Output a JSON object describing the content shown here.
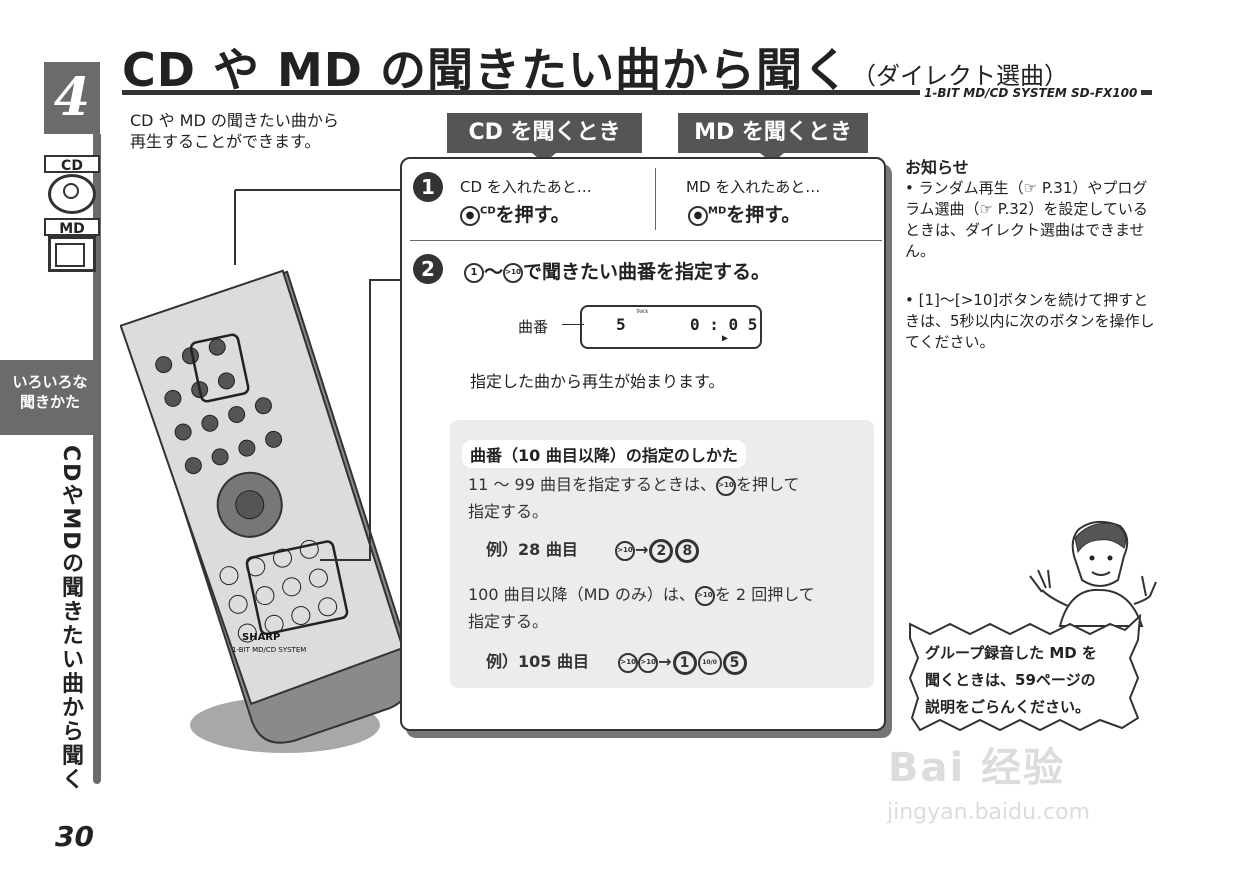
{
  "chapter": {
    "number": "4",
    "tag_cd": "CD",
    "tag_md": "MD",
    "section_label": "いろいろな\n聞きかた",
    "vertical_title": "CDやMDの聞きたい曲から聞く",
    "page_number": "30"
  },
  "header": {
    "title": "CD や MD の聞きたい曲から聞く",
    "subtitle": "（ダイレクト選曲）",
    "model": "1-BIT MD/CD SYSTEM  SD-FX100"
  },
  "intro": {
    "line1": "CD や MD の聞きたい曲から",
    "line2": "再生することができます。"
  },
  "tabs": {
    "cd": "CD を聞くとき",
    "md": "MD を聞くとき"
  },
  "step1": {
    "number": "1",
    "cd_text": "CD を入れたあと…",
    "cd_button": "CD",
    "cd_action": "を押す。",
    "md_text": "MD を入れたあと…",
    "md_button": "MD",
    "md_action": "を押す。"
  },
  "step2": {
    "number": "2",
    "from_button": "1",
    "tilde": "〜",
    "to_button": ">10",
    "action": "で聞きたい曲番を指定する。",
    "display_label": "曲番",
    "display_track": "5",
    "display_track_small": "TRACK",
    "display_time": "0 : 0 5",
    "display_play": "▶",
    "note": "指定した曲から再生が始まります。"
  },
  "howto": {
    "heading": "曲番（10 曲目以降）の指定のしかた",
    "line1a": "11 〜 99 曲目を指定するときは、",
    "line1_btn": ">10",
    "line1b": "を押して",
    "line2": "指定する。",
    "ex1_label": "例）28 曲目",
    "ex1_buttons": [
      ">10",
      "2",
      "8"
    ],
    "arrow": "→",
    "line3a": "100 曲目以降（MD のみ）は、",
    "line3_btn": ">10",
    "line3b": "を 2 回押して",
    "line4": "指定する。",
    "ex2_label": "例）105 曲目",
    "ex2_buttons": [
      ">10",
      ">10",
      "1",
      "10/0",
      "5"
    ]
  },
  "notes": {
    "title": "お知らせ",
    "item1": "• ランダム再生（☞ P.31）やプログラム選曲（☞ P.32）を設定しているときは、ダイレクト選曲はできません。",
    "item2": "• [1]〜[>10]ボタンを続けて押すときは、5秒以内に次のボタンを操作してください。"
  },
  "bubble": {
    "line1": "グループ録音した MD を",
    "line2": "聞くときは、59ページの",
    "line3": "説明をごらんください。"
  },
  "remote": {
    "brand": "SHARP",
    "model_text": "1-BIT MD/CD SYSTEM"
  },
  "watermark": {
    "main": "Bai 经验",
    "url": "jingyan.baidu.com"
  }
}
